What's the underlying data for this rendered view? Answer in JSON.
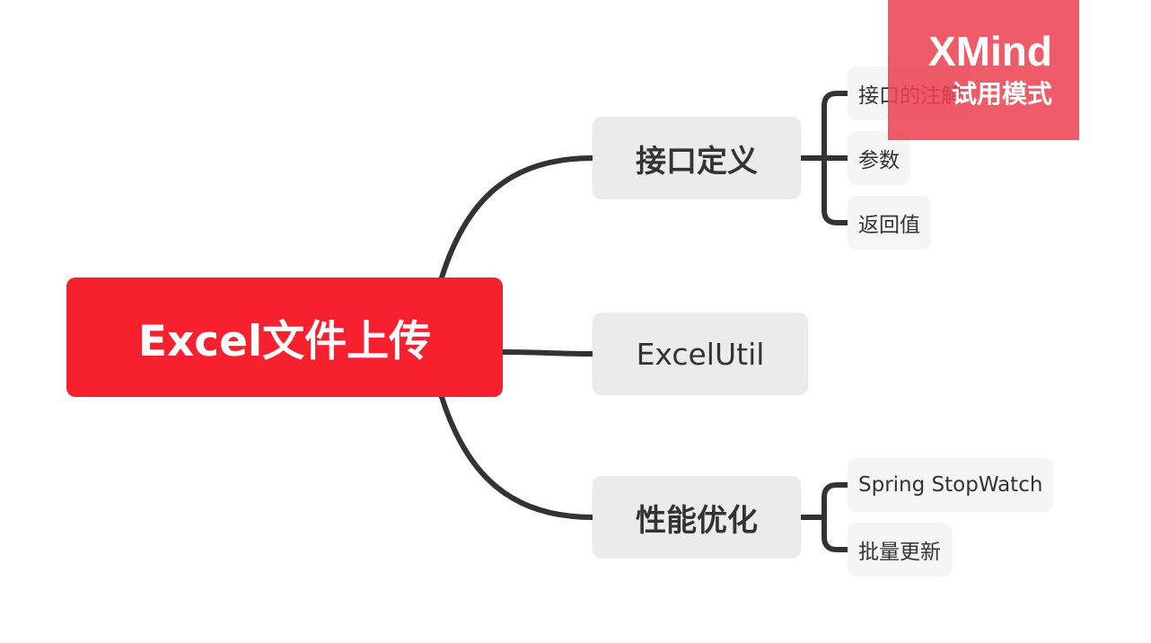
{
  "colors": {
    "root_fill": "#f6202e",
    "topic_fill": "#ebebeb",
    "subtopic_fill": "#f5f5f5",
    "connector": "#333333",
    "watermark_fill": "#ee4050"
  },
  "root": {
    "label": "Excel文件上传"
  },
  "branches": [
    {
      "label": "接口定义",
      "children": [
        {
          "label": "接口的注解"
        },
        {
          "label": "参数"
        },
        {
          "label": "返回值"
        }
      ]
    },
    {
      "label": "ExcelUtil",
      "children": []
    },
    {
      "label": "性能优化",
      "children": [
        {
          "label": "Spring StopWatch"
        },
        {
          "label": "批量更新"
        }
      ]
    }
  ],
  "watermark": {
    "brand": "XMind",
    "mode": "试用模式"
  }
}
